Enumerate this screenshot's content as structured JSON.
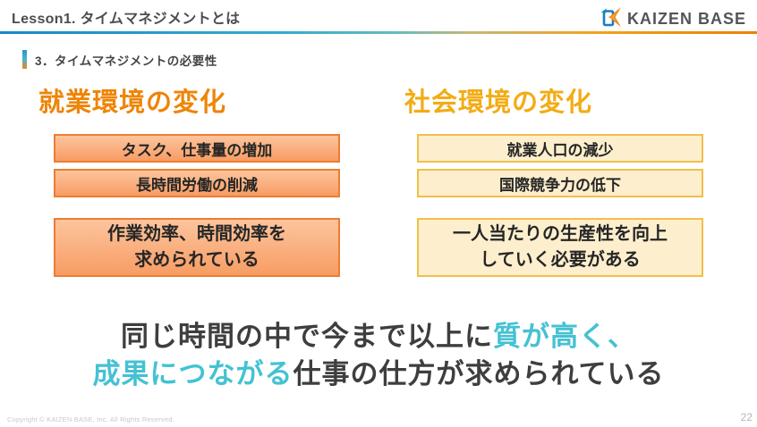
{
  "header": {
    "title": "Lesson1. タイムマネジメントとは",
    "logo_text": "KAIZEN BASE"
  },
  "section": {
    "title": "3．タイムマネジメントの必要性"
  },
  "columns": {
    "left": {
      "title": "就業環境の変化",
      "items": [
        "タスク、仕事量の増加",
        "長時間労働の削減"
      ],
      "summary": "作業効率、時間効率を\n求められている"
    },
    "right": {
      "title": "社会環境の変化",
      "items": [
        "就業人口の減少",
        "国際競争力の低下"
      ],
      "summary": "一人当たりの生産性を向上\nしていく必要がある"
    }
  },
  "message": {
    "line1_dark": "同じ時間の中で今まで以上に",
    "line1_accent": "質が高く、",
    "line2_accent": "成果につながる",
    "line2_dark": "仕事の仕方が求められている"
  },
  "footer": {
    "copyright": "Copyright © KAIZEN BASE, Inc. All Rights Reserved.",
    "page_number": "22"
  },
  "colors": {
    "left_title_orange": "#ee8507",
    "right_title_amber": "#f2ac15",
    "message_accent_cyan": "#44c2d3",
    "orange_box_border": "#ed7d31",
    "orange_box_fill_top": "#fcc59e",
    "orange_box_fill_bottom": "#f89c63",
    "yellow_box_border": "#f2be4b",
    "yellow_box_fill": "#fdefcd",
    "divider_blue": "#1987c9",
    "divider_orange": "#ed8004"
  }
}
